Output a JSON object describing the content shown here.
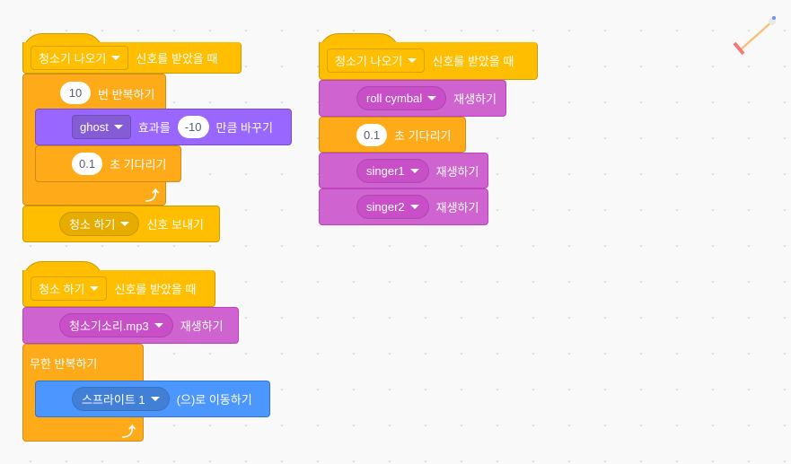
{
  "script1": {
    "hat": {
      "dropdown": "청소기 나오기",
      "text": "신호를 받았을 때"
    },
    "repeat": {
      "count": "10",
      "text": "번 반복하기"
    },
    "effect": {
      "dropdown": "ghost",
      "text1": "효과를",
      "value": "-10",
      "text2": "만큼 바꾸기"
    },
    "wait": {
      "value": "0.1",
      "text": "초 기다리기"
    },
    "broadcast": {
      "dropdown": "청소 하기",
      "text": "신호 보내기"
    }
  },
  "script2": {
    "hat": {
      "dropdown": "청소기 나오기",
      "text": "신호를 받았을 때"
    },
    "sound1": {
      "dropdown": "roll cymbal",
      "text": "재생하기"
    },
    "wait": {
      "value": "0.1",
      "text": "초 기다리기"
    },
    "sound2": {
      "dropdown": "singer1",
      "text": "재생하기"
    },
    "sound3": {
      "dropdown": "singer2",
      "text": "재생하기"
    }
  },
  "script3": {
    "hat": {
      "dropdown": "청소 하기",
      "text": "신호를 받았을 때"
    },
    "sound": {
      "dropdown": "청소기소리.mp3",
      "text": "재생하기"
    },
    "forever": {
      "text": "무한 반복하기"
    },
    "goto": {
      "dropdown": "스프라이트 1",
      "text": "(으)로 이동하기"
    }
  },
  "colors": {
    "events": "#FFBF00",
    "control": "#FFAB19",
    "looks": "#9966FF",
    "sound": "#CF63CF",
    "motion": "#4C97FF"
  }
}
